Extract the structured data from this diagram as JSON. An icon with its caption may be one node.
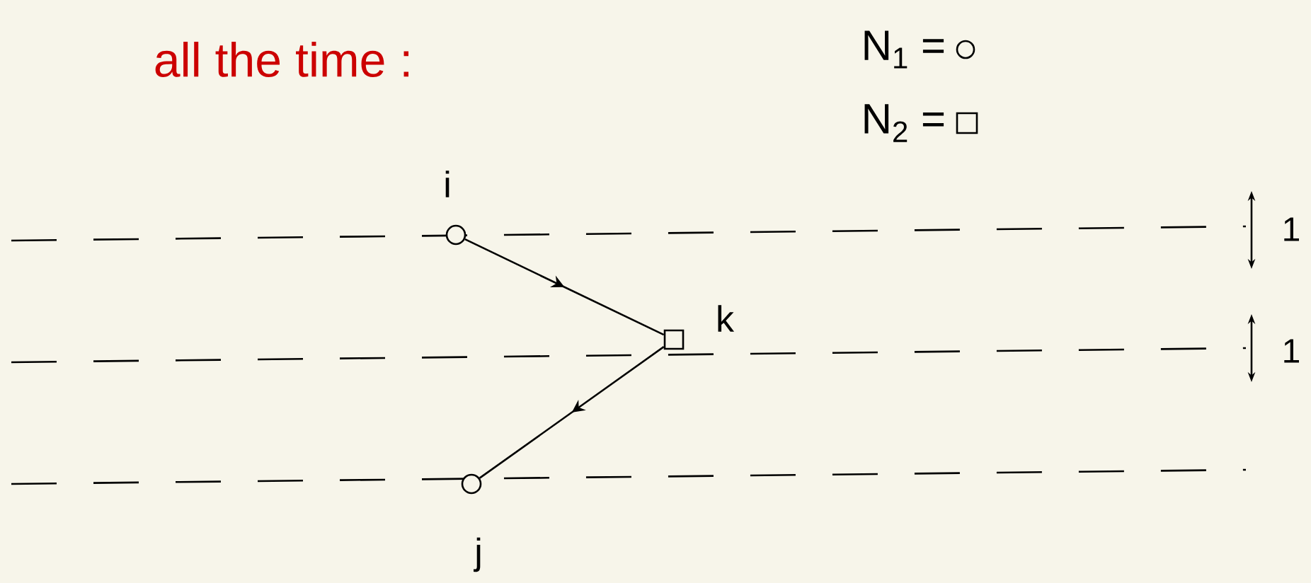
{
  "diagram": {
    "nodes": [
      {
        "text": [],
        "shape": "circle",
        "beside": [
          "i"
        ]
      },
      {
        "text": [],
        "shape": "box",
        "beside": [
          "k"
        ]
      },
      {
        "text": [],
        "shape": "circle",
        "beside": [
          "j"
        ]
      }
    ],
    "edges": [
      {
        "from": 0,
        "to": 1,
        "arrow": "to"
      },
      {
        "from": 1,
        "to": 2,
        "arrow": "to"
      }
    ],
    "labels": [
      "all the time :",
      "1",
      "1"
    ],
    "legend": [
      {
        "text": "N$_{1}$ ="
      },
      {
        "text": "N$_{2}$ ="
      }
    ]
  }
}
